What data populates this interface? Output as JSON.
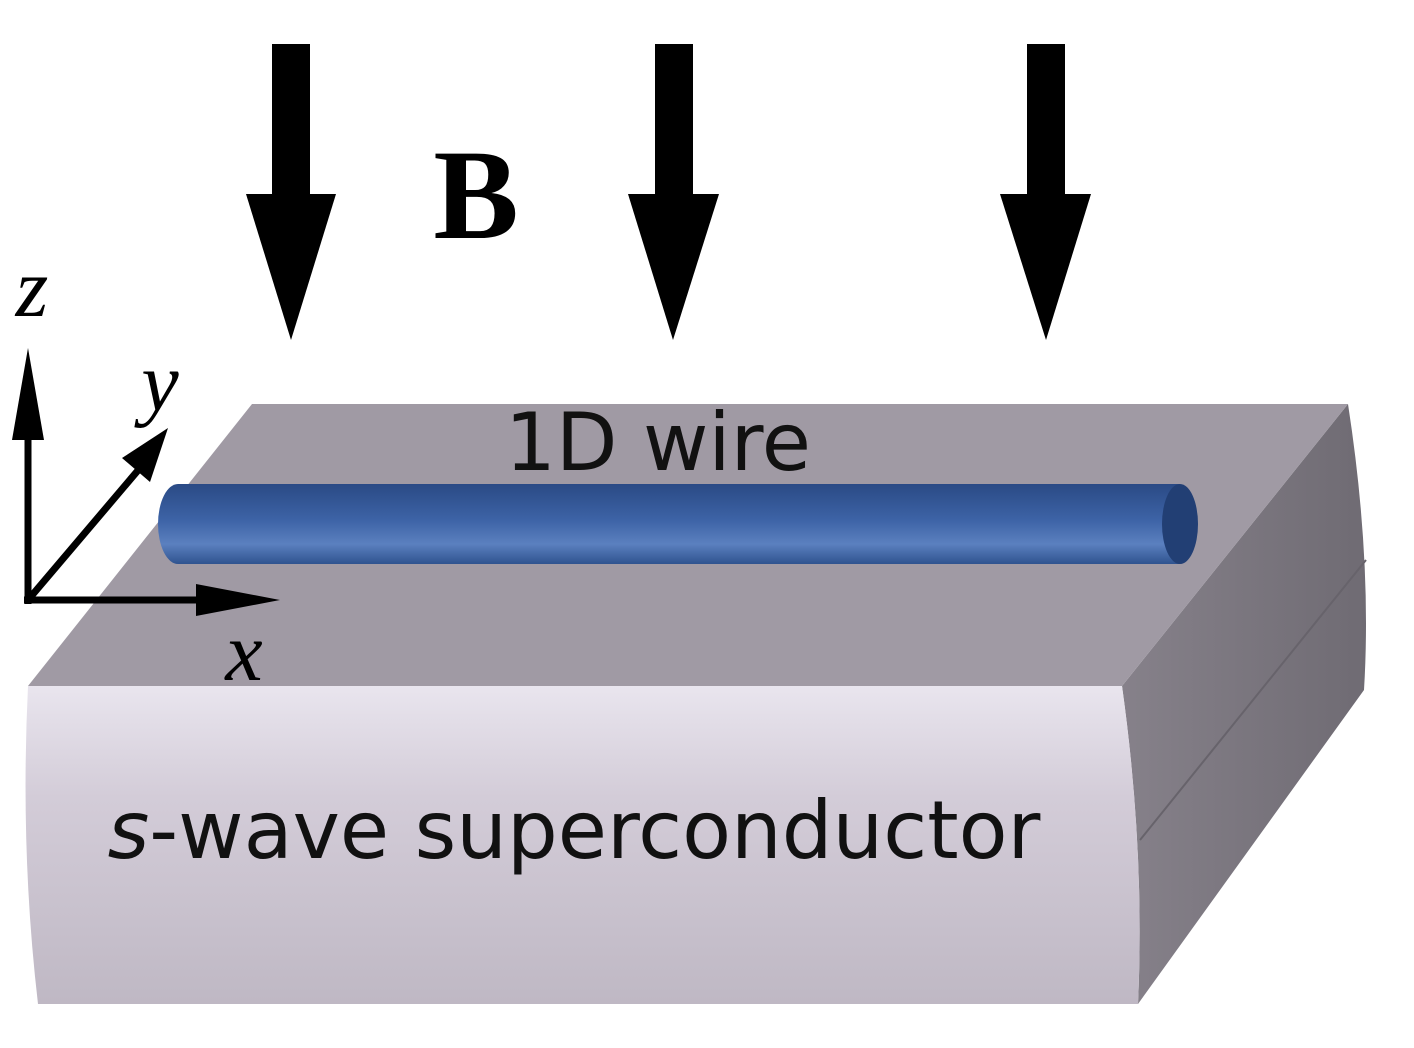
{
  "field": {
    "label": "B"
  },
  "axes": {
    "z_label": "z",
    "y_label": "y",
    "x_label": "x"
  },
  "wire": {
    "label": "1D wire",
    "color": "#3a5f9e"
  },
  "substrate": {
    "label_prefix": "s",
    "label_rest": "-wave superconductor",
    "top_color": "#a09aa4",
    "front_color": "#cbc4d0",
    "side_color": "#7b777e"
  },
  "arrow_color": "#000000"
}
